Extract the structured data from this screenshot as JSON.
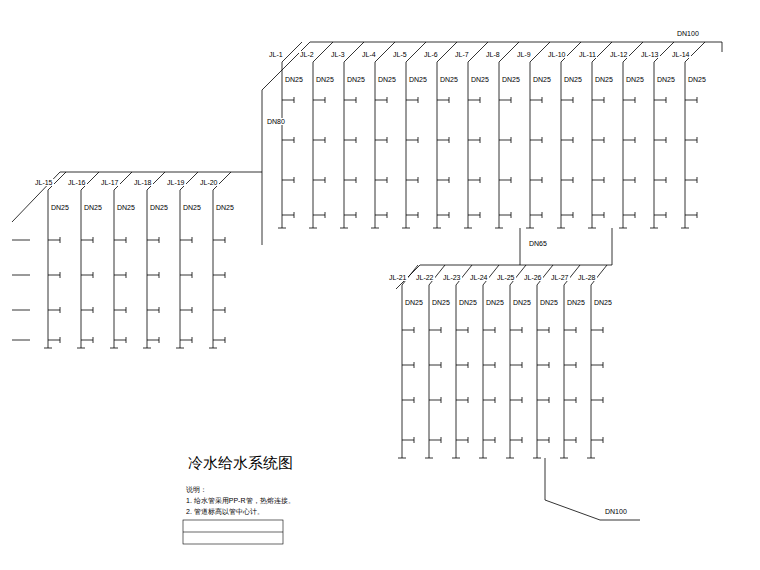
{
  "diagram": {
    "title": "冷水给水系统图",
    "labels": [
      "JL-1",
      "DN25",
      "JL-2",
      "DN25",
      "JL-3",
      "DN25",
      "JL-4",
      "DN25",
      "JL-5",
      "DN25",
      "JL-6",
      "DN25",
      "JL-7",
      "DN25",
      "JL-8",
      "DN25",
      "JL-9",
      "DN25",
      "JL-10",
      "DN25",
      "JL-11",
      "DN25",
      "JL-12",
      "DN25",
      "JL-13",
      "DN25",
      "JL-14",
      "DN25",
      "JL-15",
      "DN25",
      "JL-16",
      "DN25",
      "JL-17",
      "DN25",
      "JL-18",
      "DN25",
      "JL-19",
      "DN25",
      "JL-20",
      "DN25",
      "JL-21",
      "DN25",
      "JL-22",
      "DN25",
      "JL-23",
      "DN25",
      "JL-24",
      "DN25",
      "JL-25",
      "DN25",
      "JL-26",
      "DN25",
      "JL-27",
      "DN25",
      "JL-28",
      "DN25",
      "DN100",
      "DN80",
      "DN65",
      "DN100",
      "说明：",
      "1. 给水管采用PP-R管，热熔连接。",
      "2. 管道标高以管中心计。"
    ]
  }
}
